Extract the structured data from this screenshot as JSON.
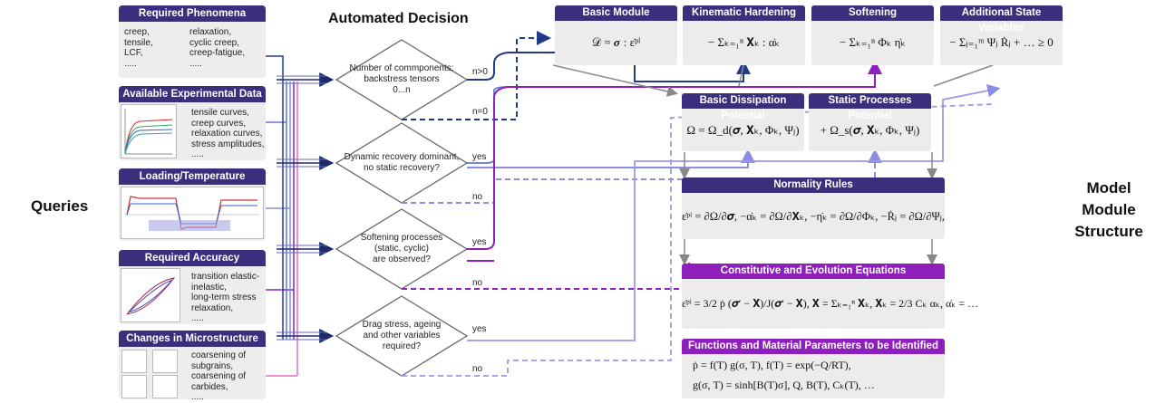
{
  "title": "Automated Decision",
  "left_label": "Queries",
  "right_label": [
    "Model",
    "Module",
    "Structure"
  ],
  "queries": [
    {
      "title": "Required Phenomena",
      "col1": [
        "creep,",
        "tensile,",
        "LCF,",
        "....."
      ],
      "col2": [
        "relaxation,",
        "cyclic creep,",
        "creep-fatigue,",
        "....."
      ]
    },
    {
      "title": "Available Experimental Data",
      "lines": [
        "tensile curves,",
        "creep curves,",
        "relaxation curves,",
        "stress amplitudes,",
        "....."
      ]
    },
    {
      "title": "Loading/Temperature Regimes"
    },
    {
      "title": "Required Accuracy",
      "lines": [
        "transition elastic-",
        "inelastic,",
        "long-term stress",
        "relaxation,",
        "....."
      ]
    },
    {
      "title": "Changes in Microstructure",
      "lines": [
        "coarsening of",
        "subgrains,",
        "coarsening of",
        "carbides,",
        "....."
      ]
    }
  ],
  "decisions": [
    {
      "lines": [
        "Number of commponents:",
        "backstress tensors",
        "0...n"
      ],
      "yes": "n>0",
      "no": "n=0"
    },
    {
      "lines": [
        "Dynamic recovery dominant,",
        "no static recovery?"
      ],
      "yes": "yes",
      "no": "no"
    },
    {
      "lines": [
        "Softening processes",
        "(static, cyclic)",
        "are observed?"
      ],
      "yes": "yes",
      "no": "no"
    },
    {
      "lines": [
        "Drag stress, ageing",
        "and other variables",
        "required?"
      ],
      "yes": "yes",
      "no": "no"
    }
  ],
  "modules": {
    "basic": {
      "title": "Basic Module",
      "formula": "𝒟 = 𝝈 : ε̇ᵖˡ"
    },
    "kinematic": {
      "title": "Kinematic Hardening",
      "formula": "− Σₖ₌₁ⁿ 𝐗ₖ : α̇ₖ"
    },
    "softening": {
      "title": "Softening",
      "formula": "− Σₖ₌₁ⁿ Φₖ η̇ₖ"
    },
    "additional": {
      "title": "Additional State Variables",
      "formula": "− Σⱼ₌₁ᵐ Ψⱼ Ṙⱼ + … ≥ 0"
    },
    "dissipation": {
      "title": "Basic Dissipation Potential",
      "formula": "Ω = Ω_d(𝝈, 𝐗ₖ, Φₖ, Ψⱼ)"
    },
    "static": {
      "title": "Static Processes Potential",
      "formula": "+ Ω_s(𝝈, 𝐗ₖ, Φₖ, Ψⱼ)"
    },
    "normality": {
      "title": "Normality Rules",
      "formula": "ε̇ᵖˡ = ∂Ω/∂𝝈,   −α̇ₖ = ∂Ω/∂𝐗ₖ,   −η̇ₖ = ∂Ω/∂Φₖ,   −Ṙⱼ = ∂Ω/∂Ψⱼ,"
    },
    "constitutive": {
      "title": "Constitutive and Evolution Equations",
      "formula": "ε̇ᵖˡ = 3/2 ṗ (𝝈′ − 𝐗)/J(𝝈′ − 𝐗),  𝐗 = Σₖ₌₁ⁿ 𝐗ₖ,  𝐗ₖ = 2/3 Cₖ αₖ,  α̇ₖ = …"
    },
    "functions": {
      "title": "Functions and Material Parameters to be Identified",
      "formula1": "ṗ = f(T) g(σ, T),     f(T) = exp(−Q/RT),",
      "formula2": "g(σ, T) = sinh[B(T)σ],    Q, B(T), Cₖ(T), …"
    }
  },
  "colors": {
    "navy": "#1f3a8a",
    "dark_header": "#3a2f7c",
    "purple": "#8e1fbd",
    "violet": "#6a3bd1",
    "lavender": "#8c8ce0",
    "pink": "#e070c0",
    "gray_arrow": "#888888"
  }
}
